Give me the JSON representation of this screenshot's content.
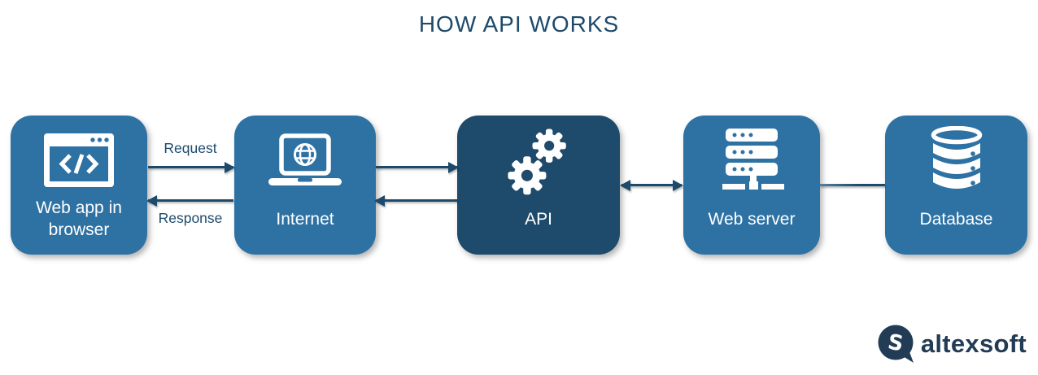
{
  "title": "HOW API WORKS",
  "nodes": [
    {
      "id": "web-app",
      "label": "Web app in browser",
      "icon": "browser-code-icon",
      "variant": "blue"
    },
    {
      "id": "internet",
      "label": "Internet",
      "icon": "laptop-globe-icon",
      "variant": "blue"
    },
    {
      "id": "api",
      "label": "API",
      "icon": "gears-icon",
      "variant": "dark"
    },
    {
      "id": "web-server",
      "label": "Web server",
      "icon": "server-rack-icon",
      "variant": "blue"
    },
    {
      "id": "database",
      "label": "Database",
      "icon": "database-cylinder-icon",
      "variant": "blue"
    }
  ],
  "connections": [
    {
      "from": "web-app",
      "to": "internet",
      "label": "Request",
      "direction": "right"
    },
    {
      "from": "internet",
      "to": "web-app",
      "label": "Response",
      "direction": "left"
    },
    {
      "from": "internet",
      "to": "api",
      "label": "",
      "direction": "right"
    },
    {
      "from": "api",
      "to": "internet",
      "label": "",
      "direction": "left"
    },
    {
      "from": "api",
      "to": "web-server",
      "label": "",
      "direction": "both"
    },
    {
      "from": "web-server",
      "to": "database",
      "label": "",
      "direction": "none"
    }
  ],
  "logo": {
    "text": "altexsoft",
    "mark_glyph": "S"
  },
  "colors": {
    "node_blue": "#2e72a4",
    "node_dark": "#1e4a6b",
    "connector_navy": "#1d4a6b",
    "title_text": "#1d4a6b",
    "node_text": "#ffffff",
    "logo_navy": "#233c55",
    "background": "#ffffff"
  }
}
